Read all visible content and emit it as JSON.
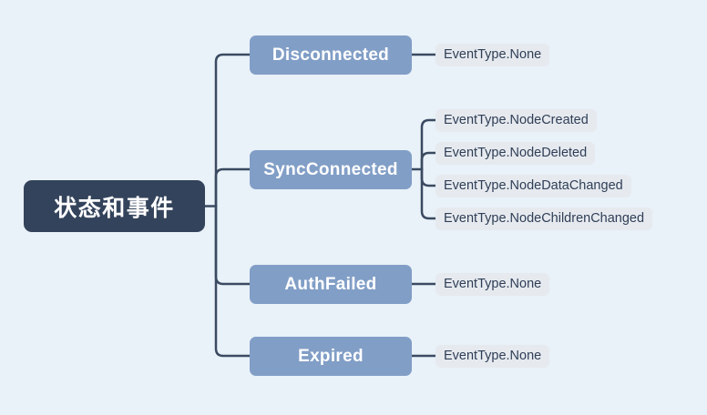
{
  "diagram": {
    "type": "mind-map",
    "orientation": "left-to-right",
    "background_color": "#e9f1f9",
    "connector_color": "#3a4a61",
    "root": {
      "label": "状态和事件",
      "fill": "#33435b",
      "text_color": "#ffffff"
    },
    "branch_style": {
      "fill": "#819ec6",
      "text_color": "#ffffff"
    },
    "leaf_style": {
      "fill": "#e6eaef",
      "text_color": "#2f3e56"
    },
    "branches": [
      {
        "label": "Disconnected",
        "children": [
          {
            "label": "EventType.None"
          }
        ]
      },
      {
        "label": "SyncConnected",
        "children": [
          {
            "label": "EventType.NodeCreated"
          },
          {
            "label": "EventType.NodeDeleted"
          },
          {
            "label": "EventType.NodeDataChanged"
          },
          {
            "label": "EventType.NodeChildrenChanged"
          }
        ]
      },
      {
        "label": "AuthFailed",
        "children": [
          {
            "label": "EventType.None"
          }
        ]
      },
      {
        "label": "Expired",
        "children": [
          {
            "label": "EventType.None"
          }
        ]
      }
    ]
  }
}
